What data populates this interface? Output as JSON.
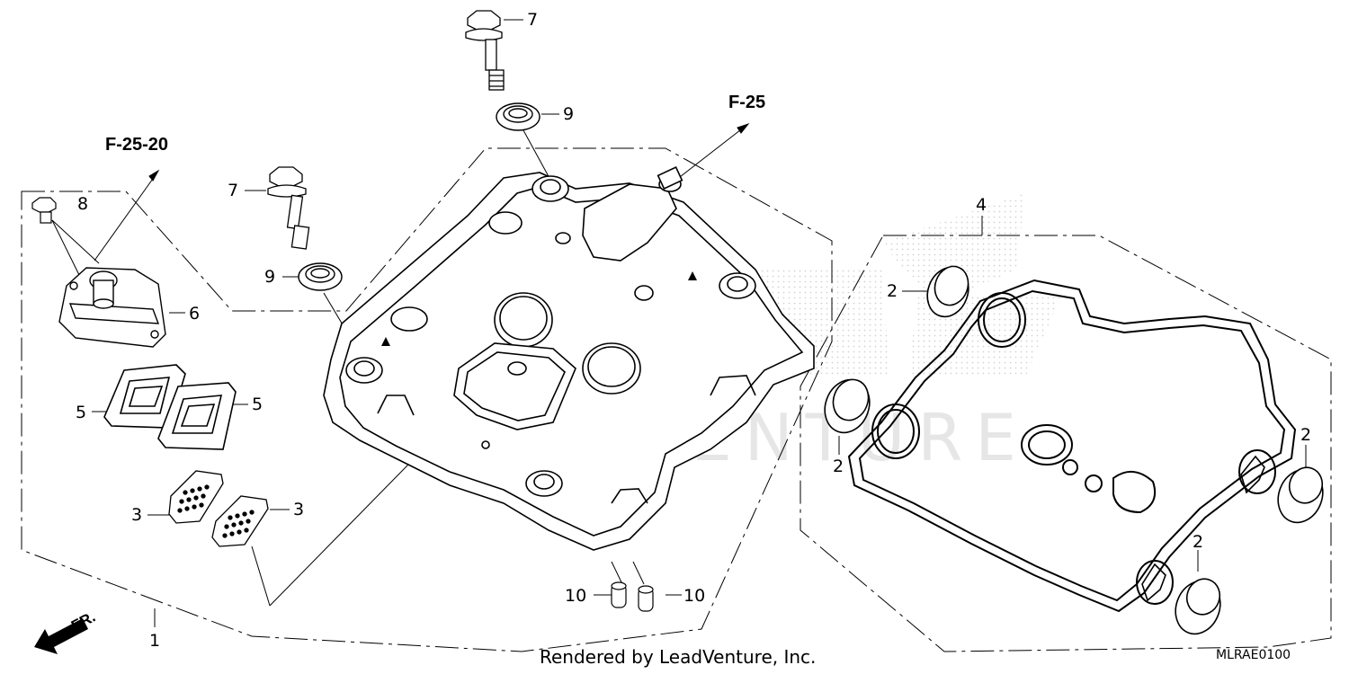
{
  "diagram": {
    "references": {
      "f25_20": "F-25-20",
      "f25": "F-25"
    },
    "callouts": {
      "c1": "1",
      "c2a": "2",
      "c2b": "2",
      "c2c": "2",
      "c2d": "2",
      "c3a": "3",
      "c3b": "3",
      "c4": "4",
      "c5a": "5",
      "c5b": "5",
      "c6": "6",
      "c7a": "7",
      "c7b": "7",
      "c8": "8",
      "c9a": "9",
      "c9b": "9",
      "c10a": "10",
      "c10b": "10"
    },
    "front_marker": "FR.",
    "watermark": "LEADVENTURE",
    "footer": {
      "rendered_by": "Rendered by LeadVenture, Inc.",
      "diagram_code": "MLRAE0100"
    }
  }
}
